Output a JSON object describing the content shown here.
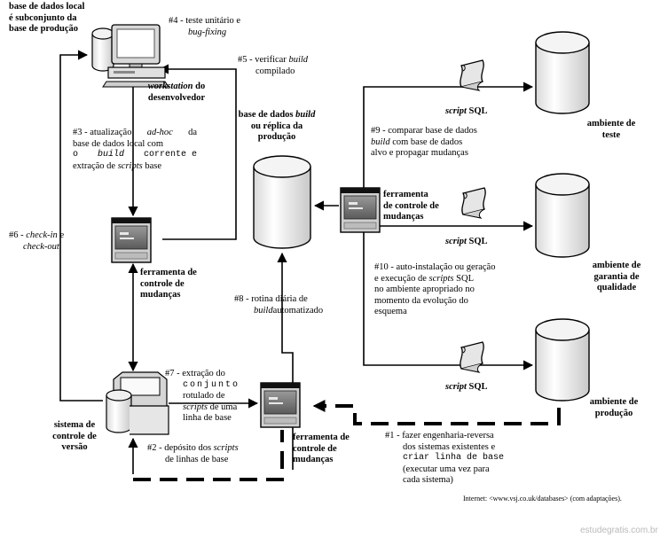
{
  "labels": {
    "db_local": [
      "base de dados local",
      "é subconjunto da",
      "base de produção"
    ],
    "step4_prefix": "#4 - teste unitário e",
    "step4_italic": "bug-fixing",
    "step5_prefix": "#5 - verificar",
    "step5_italic": "build",
    "step5_suffix": "compilado",
    "workstation_italic": "workstation",
    "workstation_suffix": "do",
    "workstation_line2": "desenvolvedor",
    "step3": {
      "l1a": "#3 - atualização",
      "l1b": "ad-hoc",
      "l1c": "da",
      "l2": "base de dados local com",
      "l3a": "o",
      "l3b": "build",
      "l3c": "corrente e",
      "l4a": "extração de",
      "l4b": "scripts",
      "l4c": "base"
    },
    "db_build_l1a": "base de dados",
    "db_build_l1b": "build",
    "db_build_l2": "ou réplica da",
    "db_build_l3": "produção",
    "script_sql_italic": "script",
    "script_sql_suffix": "SQL",
    "step9": {
      "l1": "#9 - comparar base de dados",
      "l2a": "build",
      "l2b": "com base de dados",
      "l3": "alvo e propagar mudanças"
    },
    "env_test": [
      "ambiente de",
      "teste"
    ],
    "env_qa": [
      "ambiente de",
      "garantia de",
      "qualidade"
    ],
    "env_prod": [
      "ambiente de",
      "produção"
    ],
    "tool_label": [
      "ferramenta de",
      "controle de",
      "mudanças"
    ],
    "tool_mid_label": [
      "ferramenta",
      "de controle de",
      "mudanças"
    ],
    "step6_a": "#6 -",
    "step6_b": "check-in",
    "step6_c": "e",
    "step6_d": "check-out",
    "step8": {
      "l1": "#8 - rotina diária de",
      "l2a": "build",
      "l2b": "automatizado"
    },
    "step10": {
      "l1": "#10 - auto-instalação ou geração",
      "l2a": "e execução de",
      "l2b": "scripts",
      "l2c": "SQL",
      "l3": "no ambiente apropriado no",
      "l4": "momento da evolução do",
      "l5": "esquema"
    },
    "step7": {
      "l1": "#7 - extração do",
      "l2": "conjunto",
      "l3": "rotulado de",
      "l4a": "scripts",
      "l4b": "de uma",
      "l5": "linha de base"
    },
    "vcs": [
      "sistema de",
      "controle de",
      "versão"
    ],
    "step2_a": "#2 - depósito dos",
    "step2_b": "scripts",
    "step2_c": "de linhas de base",
    "step1": {
      "l1": "#1 - fazer engenharia-reversa",
      "l2": "dos sistemas existentes e",
      "l3": "criar linha de base",
      "l4": "(executar uma vez para",
      "l5": "cada sistema)"
    },
    "credit": "Internet: <www.vsj.co.uk/databases> (com adaptações).",
    "watermark": "estudegratis.com.br"
  }
}
